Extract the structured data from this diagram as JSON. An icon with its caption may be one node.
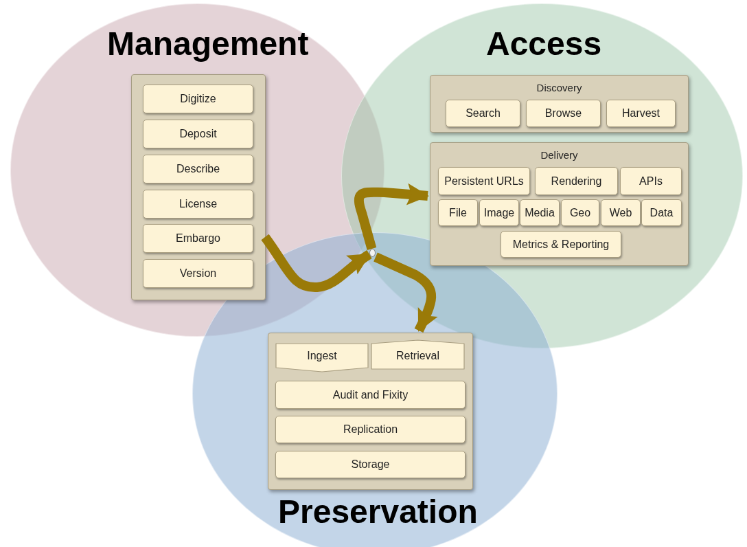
{
  "diagram": {
    "nodes": [
      {
        "text": [
          "Management"
        ]
      },
      {
        "text": [
          "Access"
        ]
      },
      {
        "text": [
          "Preservation"
        ]
      },
      {
        "text": [],
        "shape": "box",
        "in": 0
      },
      {
        "text": [
          "Digitize"
        ],
        "in": 3
      },
      {
        "text": [
          "Deposit"
        ],
        "in": 3
      },
      {
        "text": [
          "Describe"
        ],
        "in": 3
      },
      {
        "text": [
          "License"
        ],
        "in": 3
      },
      {
        "text": [
          "Embargo"
        ],
        "in": 3
      },
      {
        "text": [
          "Version"
        ],
        "in": 3
      },
      {
        "text": [
          "Discovery"
        ],
        "in": 1
      },
      {
        "text": [
          "Search"
        ],
        "in": 10
      },
      {
        "text": [
          "Browse"
        ],
        "in": 10
      },
      {
        "text": [
          "Harvest"
        ],
        "in": 10
      },
      {
        "text": [
          "Delivery"
        ],
        "in": 1
      },
      {
        "text": [
          "Persistent URLs"
        ],
        "in": 14
      },
      {
        "text": [
          "Rendering"
        ],
        "in": 14
      },
      {
        "text": [
          "APIs"
        ],
        "in": 14
      },
      {
        "text": [
          "File"
        ],
        "in": 14
      },
      {
        "text": [
          "Image"
        ],
        "in": 14
      },
      {
        "text": [
          "Media"
        ],
        "in": 14
      },
      {
        "text": [
          "Geo"
        ],
        "in": 14
      },
      {
        "text": [
          "Web"
        ],
        "in": 14
      },
      {
        "text": [
          "Data"
        ],
        "in": 14
      },
      {
        "text": [
          "Metrics & Reporting"
        ],
        "in": 14
      },
      {
        "text": [],
        "shape": "box",
        "in": 2
      },
      {
        "text": [
          "Ingest"
        ],
        "in": 25
      },
      {
        "text": [
          "Retrieval"
        ],
        "in": 25
      },
      {
        "text": [
          "Audit and Fixity"
        ],
        "in": 25
      },
      {
        "text": [
          "Replication"
        ],
        "in": 25
      },
      {
        "text": [
          "Storage"
        ],
        "in": 25
      },
      {
        "text": [],
        "shape": "circle"
      }
    ],
    "edges": [
      {
        "from": 3,
        "to": 31,
        "arrow": "to"
      },
      {
        "from": 31,
        "to": 14,
        "arrow": "to"
      },
      {
        "from": 31,
        "to": 25,
        "arrow": "to"
      }
    ]
  }
}
